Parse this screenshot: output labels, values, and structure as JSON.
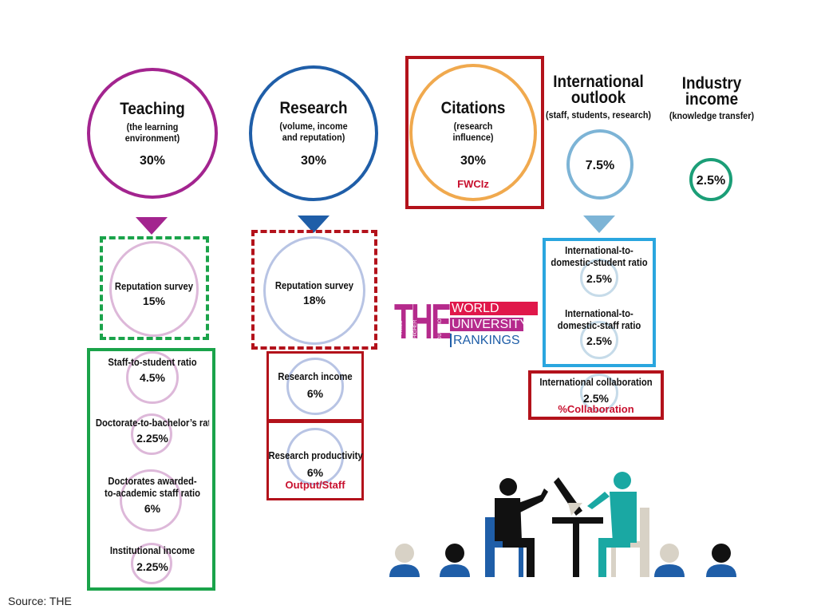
{
  "pillars": {
    "teaching": {
      "title": "Teaching",
      "subtitle_1": "(the learning",
      "subtitle_2": "environment)",
      "pct": "30%"
    },
    "research": {
      "title": "Research",
      "subtitle_1": "(volume, income",
      "subtitle_2": "and reputation)",
      "pct": "30%"
    },
    "citations": {
      "title": "Citations",
      "subtitle_1": "(research",
      "subtitle_2": "influence)",
      "pct": "30%",
      "note": "FWCIz"
    },
    "international": {
      "title_1": "International",
      "title_2": "outlook",
      "subtitle": "(staff, students, research)",
      "pct": "7.5%"
    },
    "industry": {
      "title_1": "Industry",
      "title_2": "income",
      "subtitle": "(knowledge transfer)",
      "pct": "2.5%"
    }
  },
  "teaching_items": [
    {
      "label": "Reputation survey",
      "pct": "15%"
    },
    {
      "label": "Staff-to-student ratio",
      "pct": "4.5%"
    },
    {
      "label": "Doctorate-to-bachelor’s ratio",
      "pct": "2.25%"
    },
    {
      "label_1": "Doctorates awarded-",
      "label_2": "to-academic staff ratio",
      "pct": "6%"
    },
    {
      "label": "Institutional income",
      "pct": "2.25%"
    }
  ],
  "research_items": [
    {
      "label": "Reputation survey",
      "pct": "18%"
    },
    {
      "label": "Research income",
      "pct": "6%"
    },
    {
      "label": "Research productivity",
      "pct": "6%",
      "note": "Output/Staff"
    }
  ],
  "international_items": [
    {
      "label_1": "International-to-",
      "label_2": "domestic-student ratio",
      "pct": "2.5%"
    },
    {
      "label_1": "International-to-",
      "label_2": "domestic-staff ratio",
      "pct": "2.5%"
    },
    {
      "label": "International collaboration",
      "pct": "2.5%",
      "note": "%Collaboration"
    }
  ],
  "logo": {
    "letters": "THE",
    "small_1": "TIMES",
    "small_2": "HIGHER",
    "small_3": "EDUCATION",
    "line_1": "WORLD",
    "line_2": "UNIVERSITY",
    "line_3": "RANKINGS"
  },
  "source": "Source: THE",
  "colors": {
    "teaching": "#a3248f",
    "research": "#1f5ea8",
    "citations": "#f0a94e",
    "international": "#7db4d6",
    "industry": "#1b9e77",
    "sub_teaching": "#ddb8d9",
    "sub_research": "#b8c4e4",
    "sub_intl": "#c6dbe9",
    "green_box": "#1aa34a",
    "red_box": "#b3121b",
    "cyan_box": "#2aa6df",
    "logo_red": "#e0174a",
    "logo_purple": "#b52a8c"
  }
}
